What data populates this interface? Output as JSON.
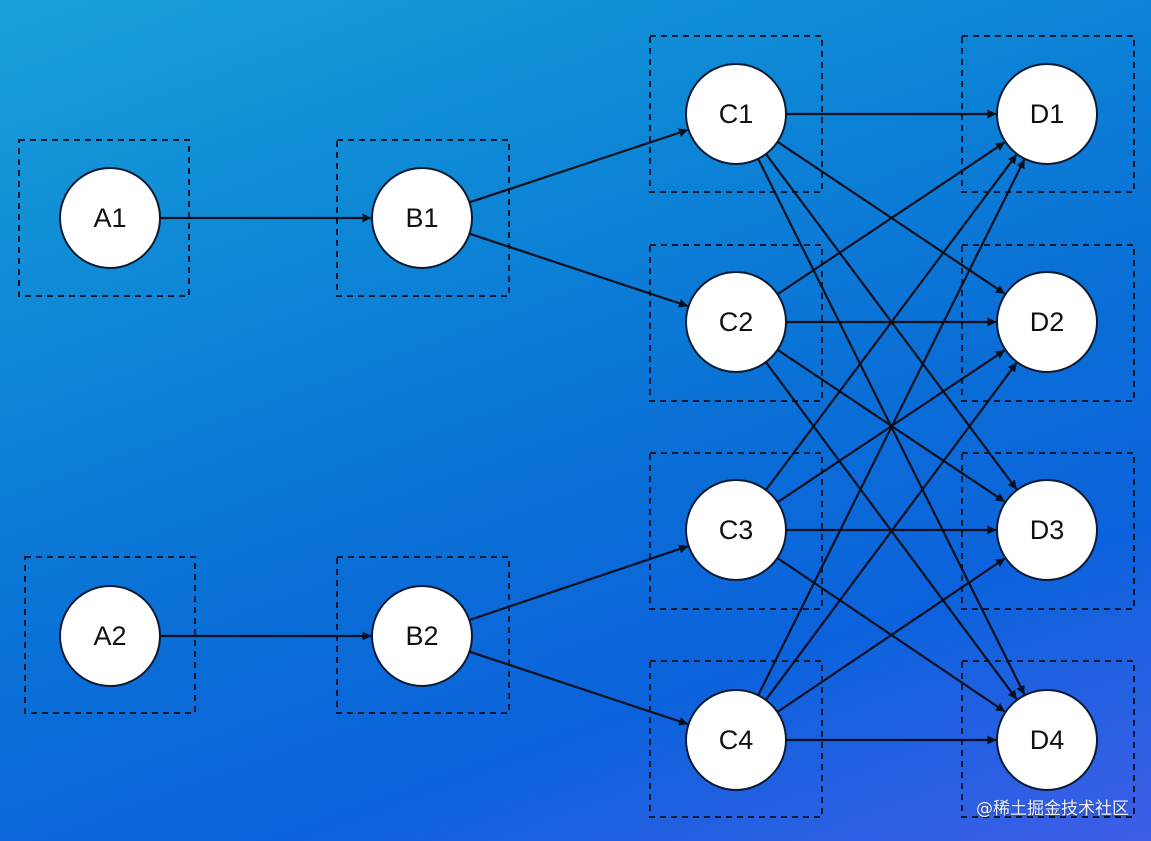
{
  "nodes": [
    {
      "id": "A1",
      "label": "A1"
    },
    {
      "id": "A2",
      "label": "A2"
    },
    {
      "id": "B1",
      "label": "B1"
    },
    {
      "id": "B2",
      "label": "B2"
    },
    {
      "id": "C1",
      "label": "C1"
    },
    {
      "id": "C2",
      "label": "C2"
    },
    {
      "id": "C3",
      "label": "C3"
    },
    {
      "id": "C4",
      "label": "C4"
    },
    {
      "id": "D1",
      "label": "D1"
    },
    {
      "id": "D2",
      "label": "D2"
    },
    {
      "id": "D3",
      "label": "D3"
    },
    {
      "id": "D4",
      "label": "D4"
    }
  ],
  "edges": [
    [
      "A1",
      "B1"
    ],
    [
      "A2",
      "B2"
    ],
    [
      "B1",
      "C1"
    ],
    [
      "B1",
      "C2"
    ],
    [
      "B2",
      "C3"
    ],
    [
      "B2",
      "C4"
    ],
    [
      "C1",
      "D1"
    ],
    [
      "C1",
      "D2"
    ],
    [
      "C1",
      "D3"
    ],
    [
      "C1",
      "D4"
    ],
    [
      "C2",
      "D1"
    ],
    [
      "C2",
      "D2"
    ],
    [
      "C2",
      "D3"
    ],
    [
      "C2",
      "D4"
    ],
    [
      "C3",
      "D1"
    ],
    [
      "C3",
      "D2"
    ],
    [
      "C3",
      "D3"
    ],
    [
      "C3",
      "D4"
    ],
    [
      "C4",
      "D1"
    ],
    [
      "C4",
      "D2"
    ],
    [
      "C4",
      "D3"
    ],
    [
      "C4",
      "D4"
    ]
  ],
  "watermark": "@稀土掘金技术社区",
  "colors": {
    "node_fill": "#ffffff",
    "edge": "#07101f",
    "group_border": "#0b1a33",
    "background_start": "#1aa0d8",
    "background_end": "#3f5ee8"
  }
}
